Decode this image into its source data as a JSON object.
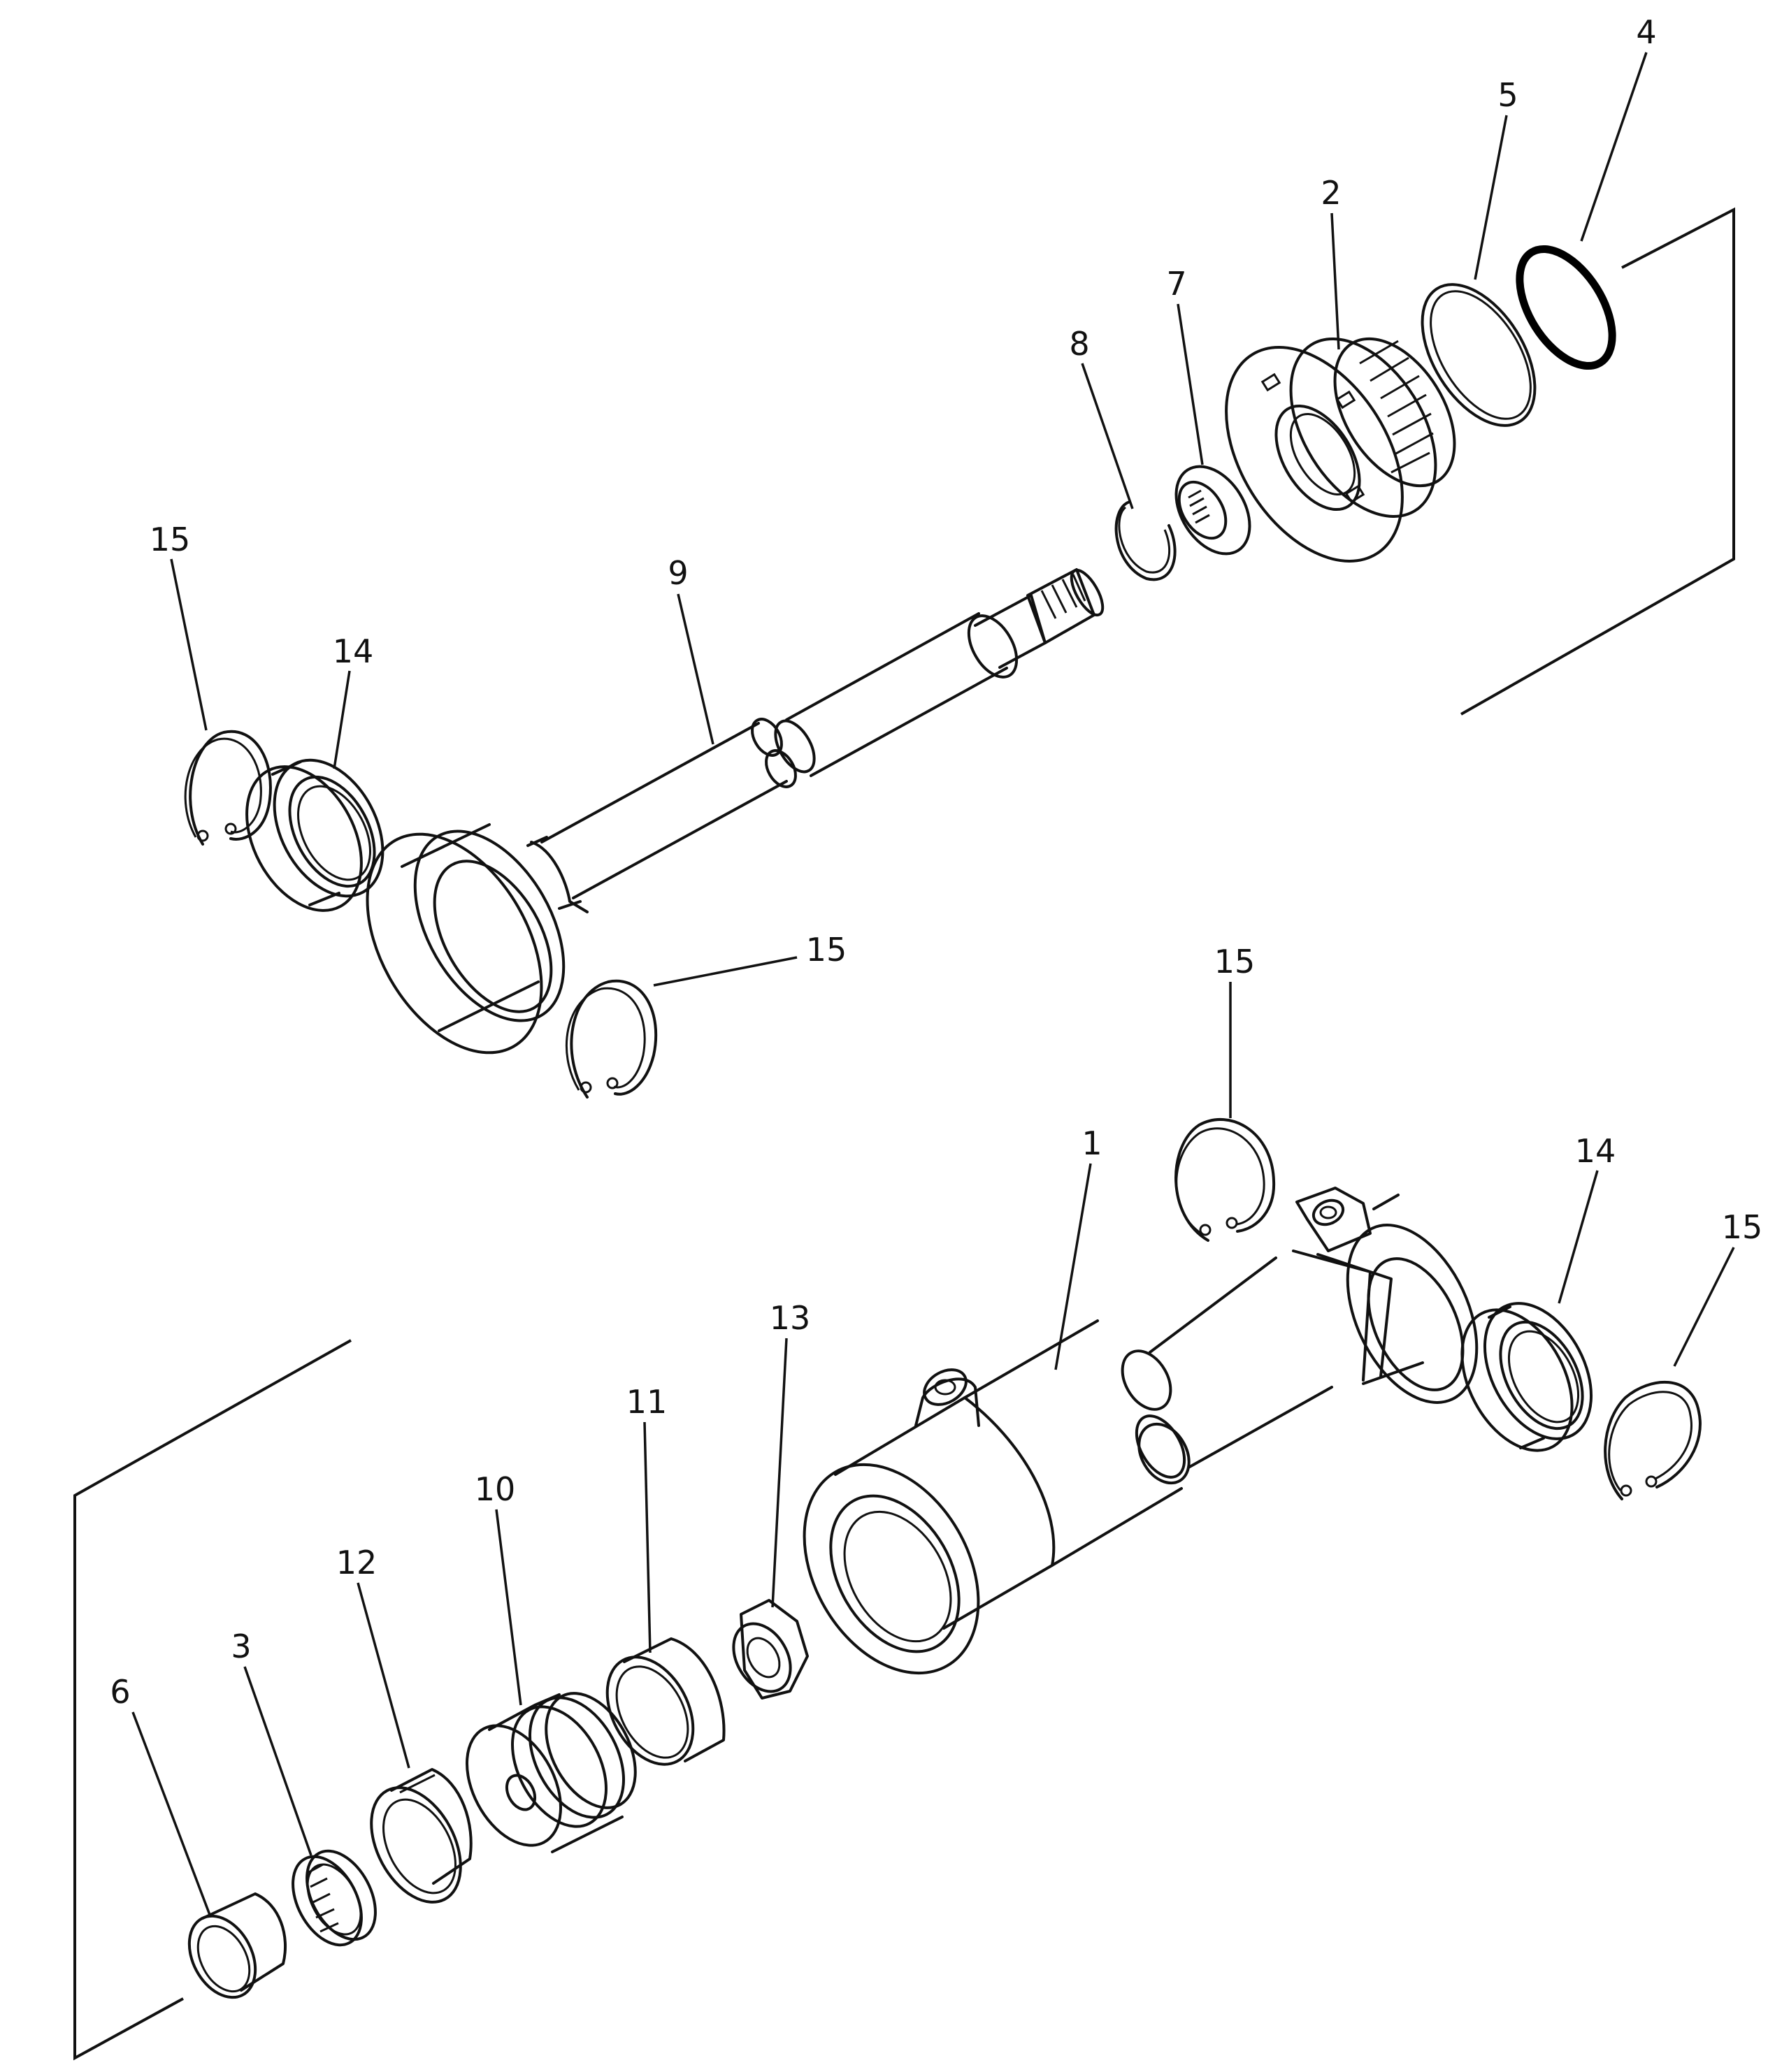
{
  "callouts": [
    {
      "id": "c4",
      "text": "4"
    },
    {
      "id": "c5",
      "text": "5"
    },
    {
      "id": "c2",
      "text": "2"
    },
    {
      "id": "c7",
      "text": "7"
    },
    {
      "id": "c8",
      "text": "8"
    },
    {
      "id": "c9",
      "text": "9"
    },
    {
      "id": "c15-top",
      "text": "15"
    },
    {
      "id": "c14-top",
      "text": "14"
    },
    {
      "id": "c15-mid",
      "text": "15"
    },
    {
      "id": "c15-upper-right",
      "text": "15"
    },
    {
      "id": "c1",
      "text": "1"
    },
    {
      "id": "c14-right",
      "text": "14"
    },
    {
      "id": "c15-right",
      "text": "15"
    },
    {
      "id": "c13",
      "text": "13"
    },
    {
      "id": "c11",
      "text": "11"
    },
    {
      "id": "c10",
      "text": "10"
    },
    {
      "id": "c12",
      "text": "12"
    },
    {
      "id": "c3",
      "text": "3"
    },
    {
      "id": "c6",
      "text": "6"
    }
  ]
}
